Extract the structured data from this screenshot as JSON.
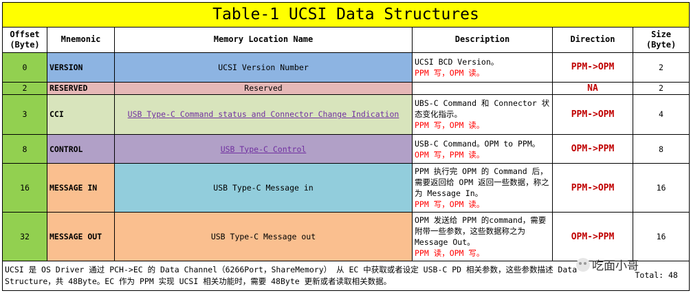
{
  "title": "Table-1 UCSI Data Structures",
  "headers": {
    "offset": "Offset (Byte)",
    "mnemonic": "Mnemonic",
    "memory": "Memory Location Name",
    "description": "Description",
    "direction": "Direction",
    "size": "Size (Byte)"
  },
  "rows": [
    {
      "offset": "0",
      "mnemonic": "VERSION",
      "location": "UCSI Version Number",
      "desc1": "UCSI BCD Version。",
      "desc_red": "PPM 写，OPM 读。",
      "direction": "PPM->OPM",
      "size": "2",
      "colors": {
        "mn": "#8db4e2",
        "loc": "#8db4e2"
      }
    },
    {
      "offset": "2",
      "mnemonic": "RESERVED",
      "location": "Reserved",
      "desc1": "",
      "desc_red": "",
      "direction": "NA",
      "size": "2",
      "colors": {
        "mn": "#e6b8b7",
        "loc": "#e6b8b7"
      }
    },
    {
      "offset": "3",
      "mnemonic": "CCI",
      "location": "USB Type-C Command status and Connector Change Indication",
      "desc1": "UBS-C Command 和 Connector 状态变化指示。",
      "desc_red": "PPM 写，OPM 读。",
      "direction": "PPM->OPM",
      "size": "4",
      "colors": {
        "mn": "#d8e4bc",
        "loc": "#d8e4bc"
      }
    },
    {
      "offset": "8",
      "mnemonic": "CONTROL",
      "location": "USB Type-C Control",
      "desc1": "USB-C Command。OPM to PPM。",
      "desc_red": "OPM 写，PPM 读。",
      "direction": "OPM->PPM",
      "size": "8",
      "colors": {
        "mn": "#b1a0c7",
        "loc": "#b1a0c7"
      }
    },
    {
      "offset": "16",
      "mnemonic": "MESSAGE IN",
      "location": "USB Type-C Message in",
      "desc1": "PPM 执行完 OPM 的 Command 后，需要返回给 OPM 返回一些数据，称之为 Message In。",
      "desc_red": "PPM 写，OPM 读。",
      "direction": "PPM->OPM",
      "size": "16",
      "colors": {
        "mn": "#fabf8f",
        "loc": "#92cddc"
      }
    },
    {
      "offset": "32",
      "mnemonic": "MESSAGE OUT",
      "location": "USB Type-C Message out",
      "desc1": "OPM 发送给 PPM 的command，需要附带一些参数，这些数据称之为 Message Out。",
      "desc_red": "PPM 读，OPM 写。",
      "direction": "OPM->PPM",
      "size": "16",
      "colors": {
        "mn": "#fabf8f",
        "loc": "#fabf8f"
      }
    }
  ],
  "footer": {
    "text": "UCSI 是 OS Driver 通过 PCH->EC 的 Data Channel（6266Port，ShareMemory） 从 EC 中获取或者设定 USB-C PD 相关参数，这些参数描述 Data Structure，共 48Byte。EC 作为 PPM 实现 UCSI 相关功能时，需要 48Byte 更新或者读取相关数据。",
    "total": "Total: 48"
  },
  "watermark": "吃面小哥"
}
